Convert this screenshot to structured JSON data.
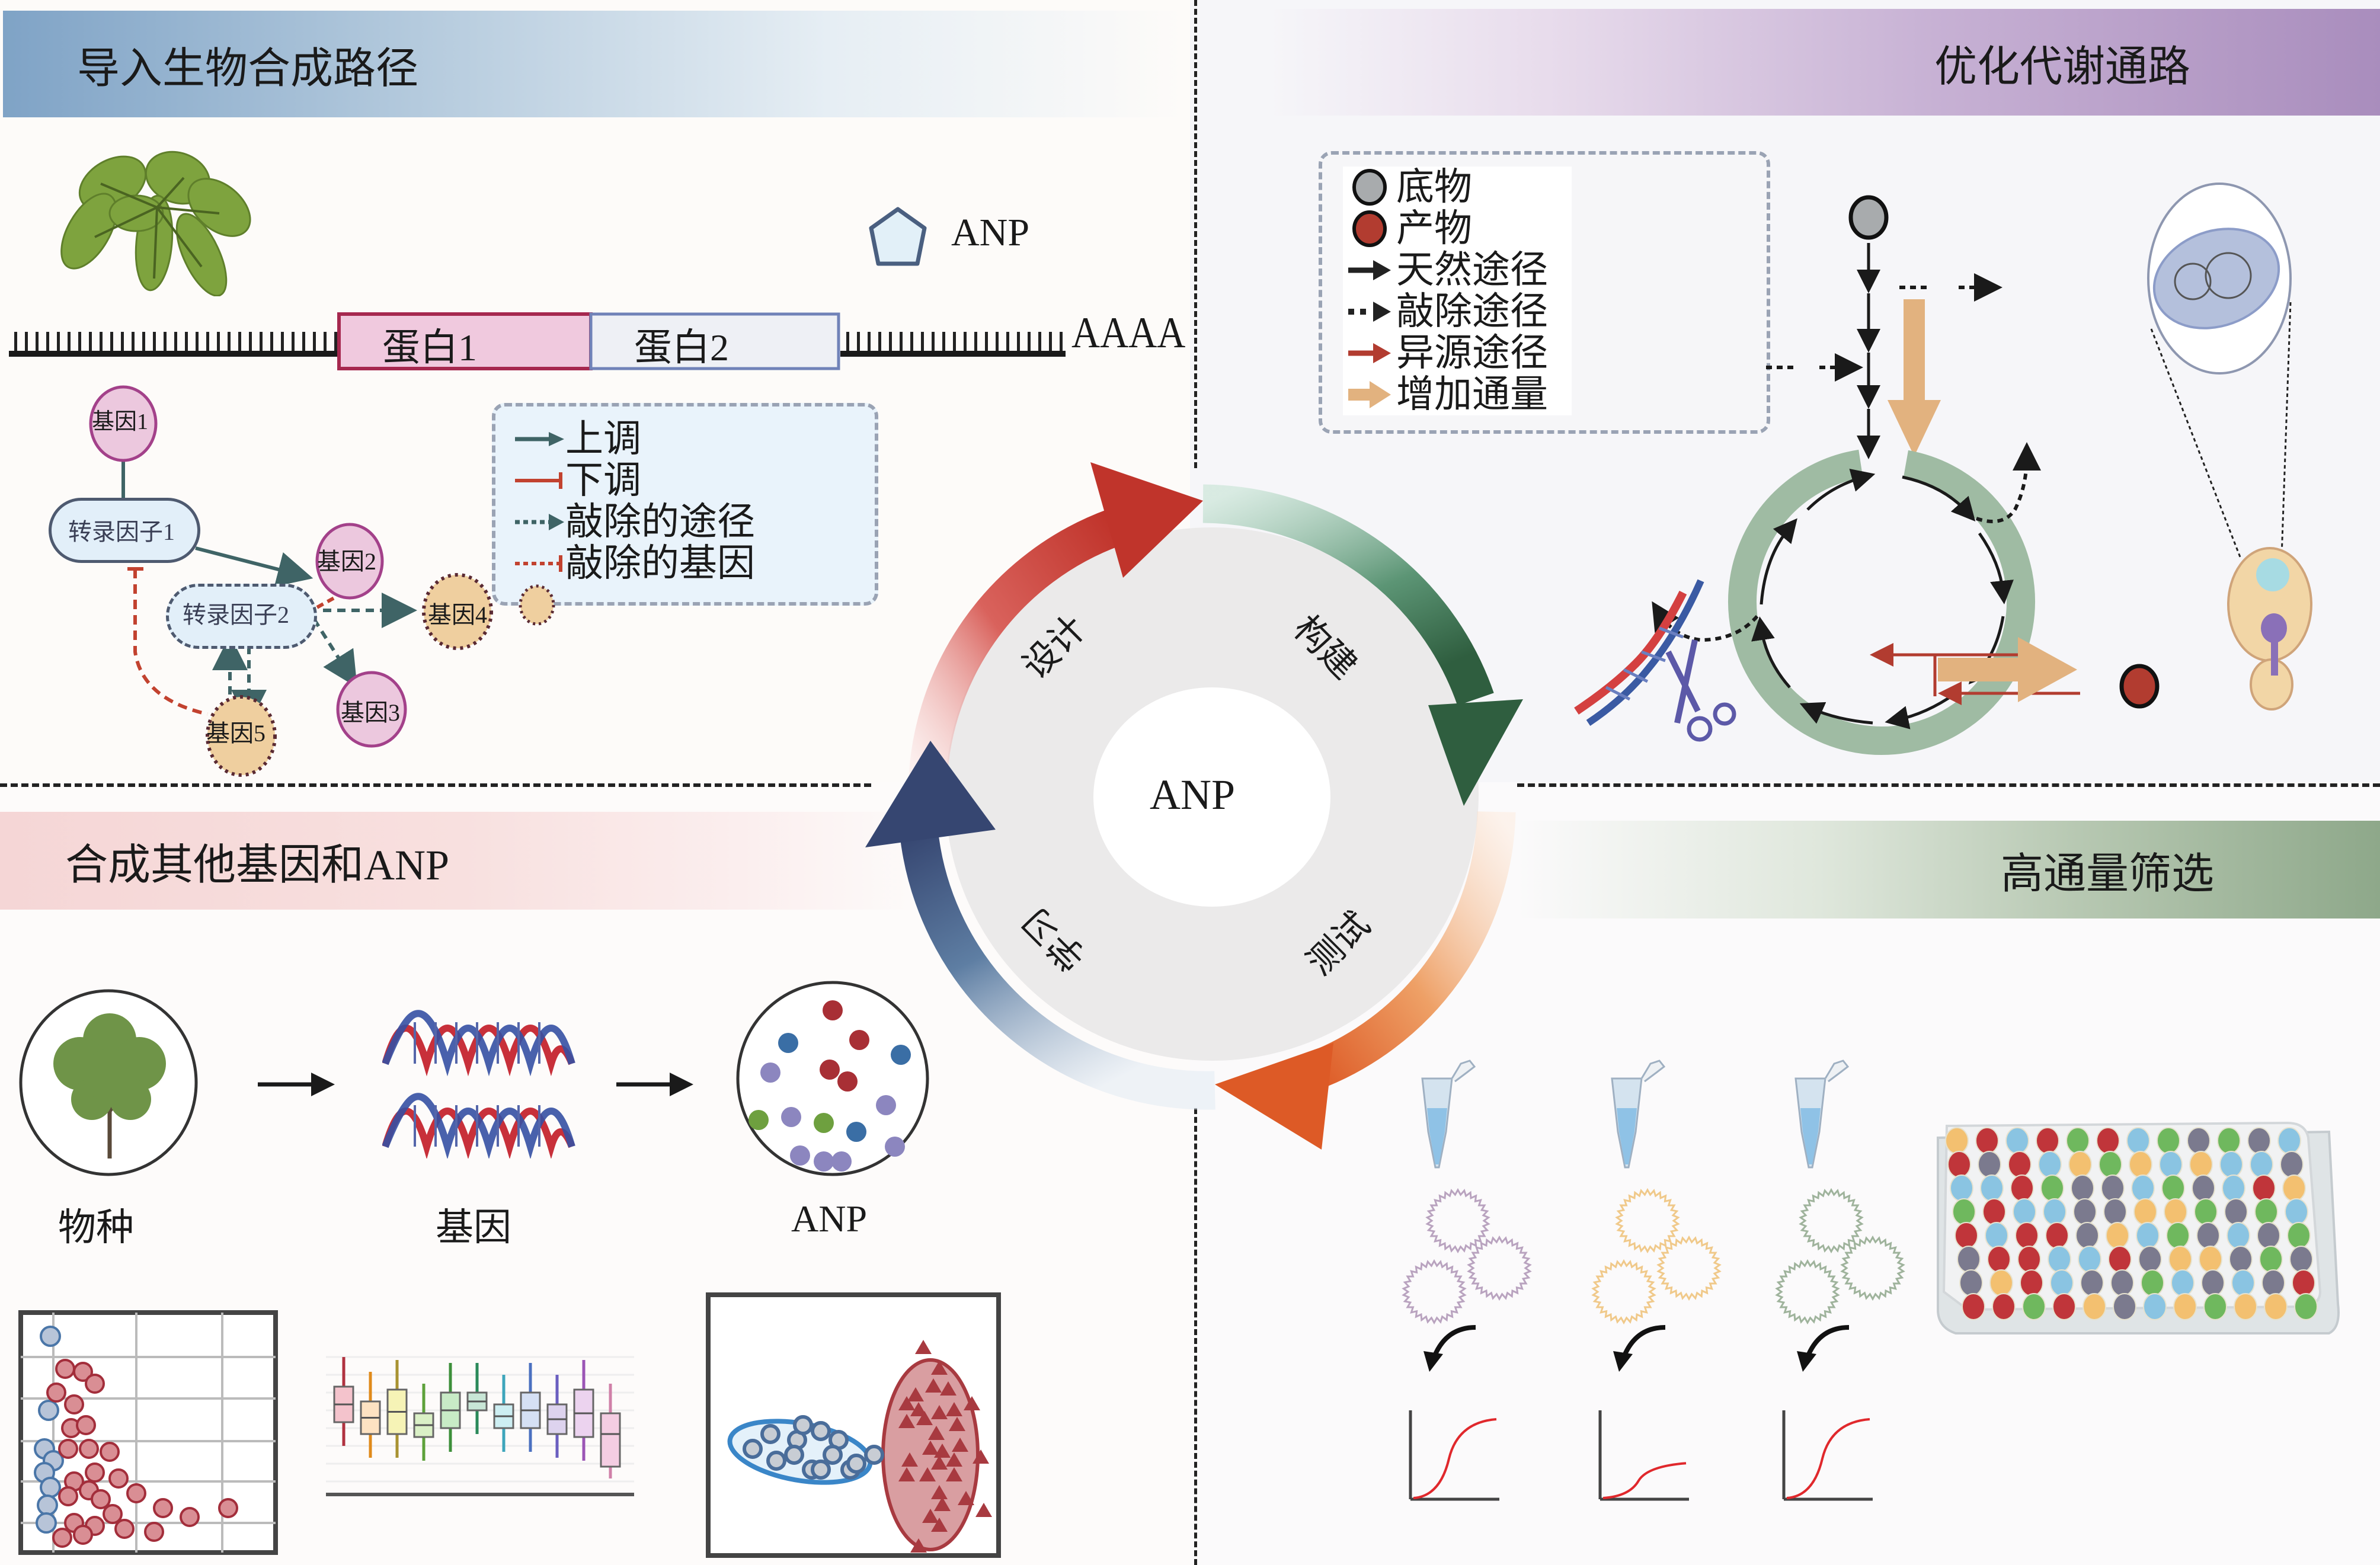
{
  "quadrants": {
    "top_left": {
      "title": "导入生物合成路径",
      "anp_label": "ANP",
      "gene_construct": {
        "segments": [
          "蛋白1",
          "蛋白2"
        ],
        "poly_a": "AAAA"
      },
      "network": {
        "nodes": {
          "tf1": "转录因子1",
          "tf2": "转录因子2",
          "gene1": "基因1",
          "gene2": "基因2",
          "gene3": "基因3",
          "gene4": "基因4",
          "gene5": "基因5"
        }
      },
      "legend": [
        {
          "symbol": "solid-arrow",
          "label": "上调"
        },
        {
          "symbol": "solid-bar",
          "label": "下调"
        },
        {
          "symbol": "dotted-arrow",
          "label": "敲除的途径"
        },
        {
          "symbol": "dotted-bar",
          "label": "敲除的基因"
        },
        {
          "symbol": "dotted-circle",
          "label": ""
        }
      ]
    },
    "top_right": {
      "title": "优化代谢通路",
      "legend": [
        {
          "symbol": "grey-circle",
          "label": "底物"
        },
        {
          "symbol": "red-circle",
          "label": "产物"
        },
        {
          "symbol": "black-arrow",
          "label": "天然途径"
        },
        {
          "symbol": "dotted-arrow",
          "label": "敲除途径"
        },
        {
          "symbol": "red-arrow",
          "label": "异源途径"
        },
        {
          "symbol": "tan-arrow",
          "label": "增加通量"
        }
      ]
    },
    "bottom_left": {
      "title": "合成其他基因和ANP",
      "flow": [
        {
          "icon": "tree-icon",
          "label": "物种"
        },
        {
          "icon": "dna-icon",
          "label": "基因"
        },
        {
          "icon": "molecules-icon",
          "label": "ANP"
        }
      ]
    },
    "bottom_right": {
      "title": "高通量筛选",
      "tube_colors": [
        "#b9a3bf",
        "#f0c98a",
        "#9fb39c"
      ]
    }
  },
  "cycle": {
    "center": "ANP",
    "stages": [
      "设计",
      "构建",
      "测试",
      "学习"
    ],
    "colors": {
      "design": "#c0342b",
      "build": "#2f5e3f",
      "test": "#e0642a",
      "learn": "#3a4a75"
    }
  },
  "colors": {
    "pink_gene": "#ecc8de",
    "tan_knockout": "#efcf9f",
    "tf_fill": "#e2eff9",
    "teal_arrow": "#3f6466",
    "red_inhibit": "#c2422f"
  }
}
